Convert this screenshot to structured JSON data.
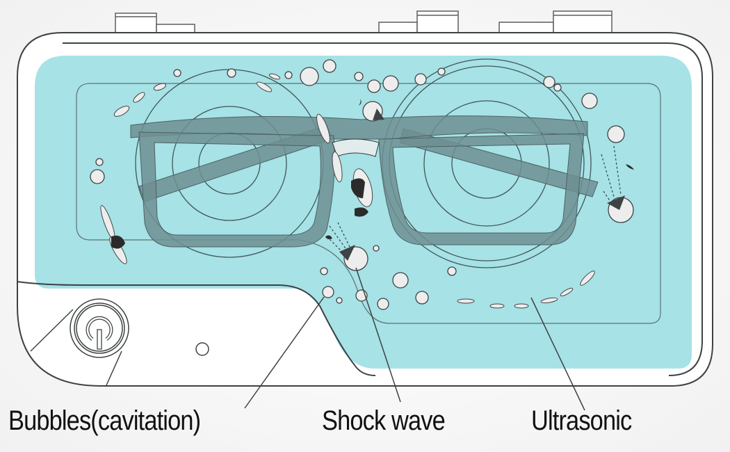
{
  "title": "Ultrasonic cleaner cleaning eyeglasses",
  "colors": {
    "water": "#a6e2e6",
    "outline": "#4b5153",
    "glasses": "#6f8f92",
    "bubble": "#ededed",
    "dirt": "#2b2b2b",
    "device": "#ffffff"
  },
  "labels": [
    {
      "id": "bubbles",
      "text": "Bubbles(cavitation)"
    },
    {
      "id": "shock-wave",
      "text": "Shock wave"
    },
    {
      "id": "ultrasonic",
      "text": "Ultrasonic"
    }
  ],
  "device": {
    "power_button": "power-icon"
  }
}
